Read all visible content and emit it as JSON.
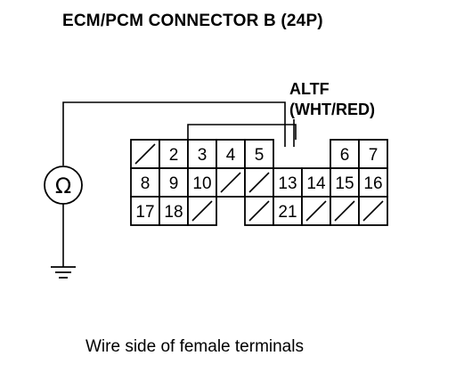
{
  "title": "ECM/PCM CONNECTOR B (24P)",
  "signal": {
    "name": "ALTF",
    "wire_color": "(WHT/RED)"
  },
  "meter_icon": "ohmmeter-icon",
  "ground_icon": "ground-icon",
  "caption": "Wire side of female terminals",
  "connector": {
    "rows": [
      [
        {
          "label": "",
          "blank": true
        },
        {
          "label": "2"
        },
        {
          "label": "3"
        },
        {
          "label": "4"
        },
        {
          "label": "5",
          "probe": true
        },
        {
          "gap": true
        },
        {
          "gap": true
        },
        {
          "label": "6"
        },
        {
          "label": "7"
        }
      ],
      [
        {
          "label": "8"
        },
        {
          "label": "9"
        },
        {
          "label": "10"
        },
        {
          "label": "",
          "blank": true
        },
        {
          "label": "",
          "blank": true
        },
        {
          "label": "13"
        },
        {
          "label": "14"
        },
        {
          "label": "15"
        },
        {
          "label": "16"
        }
      ],
      [
        {
          "label": "17"
        },
        {
          "label": "18"
        },
        {
          "label": "",
          "blank": true
        },
        {
          "gap": true
        },
        {
          "label": "",
          "blank": true
        },
        {
          "label": "21"
        },
        {
          "label": "",
          "blank": true
        },
        {
          "label": "",
          "blank": true
        },
        {
          "label": "",
          "blank": true
        }
      ]
    ]
  }
}
